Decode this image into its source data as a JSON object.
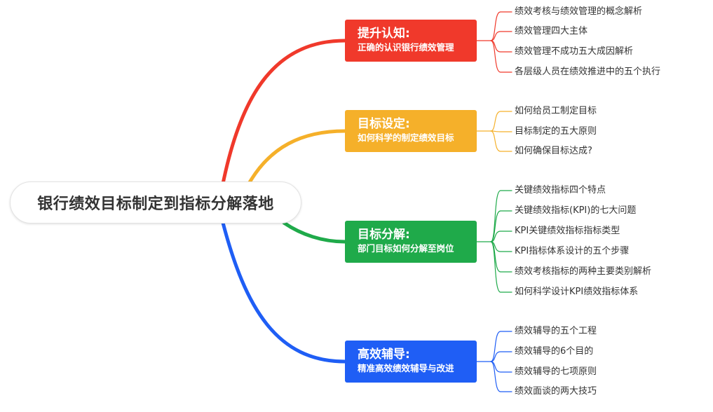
{
  "title": "银行绩效目标制定到指标分解落地",
  "colors": {
    "red": "#f0392b",
    "orange": "#f5b02a",
    "green": "#1faa4a",
    "blue": "#1f5ef5"
  },
  "branches": [
    {
      "title": "提升认知:",
      "subtitle": "正确的认识银行绩效管理",
      "color": "#f0392b",
      "items": [
        "绩效考核与绩效管理的概念解析",
        "绩效管理四大主体",
        "绩效管理不成功五大成因解析",
        "各层级人员在绩效推进中的五个执行"
      ]
    },
    {
      "title": "目标设定:",
      "subtitle": "如何科学的制定绩效目标",
      "color": "#f5b02a",
      "items": [
        "如何给员工制定目标",
        "目标制定的五大原则",
        "如何确保目标达成?"
      ]
    },
    {
      "title": "目标分解:",
      "subtitle": "部门目标如何分解至岗位",
      "color": "#1faa4a",
      "items": [
        "关键绩效指标四个特点",
        "关键绩效指标(KPI)的七大问题",
        "KPI关键绩效指标指标类型",
        "KPI指标体系设计的五个步骤",
        "绩效考核指标的两种主要类别解析",
        "如何科学设计KPI绩效指标体系"
      ]
    },
    {
      "title": "高效辅导:",
      "subtitle": "精准高效绩效辅导与改进",
      "color": "#1f5ef5",
      "items": [
        "绩效辅导的五个工程",
        "绩效辅导的6个目的",
        "绩效辅导的七项原则",
        "绩效面谈的两大技巧"
      ]
    }
  ]
}
